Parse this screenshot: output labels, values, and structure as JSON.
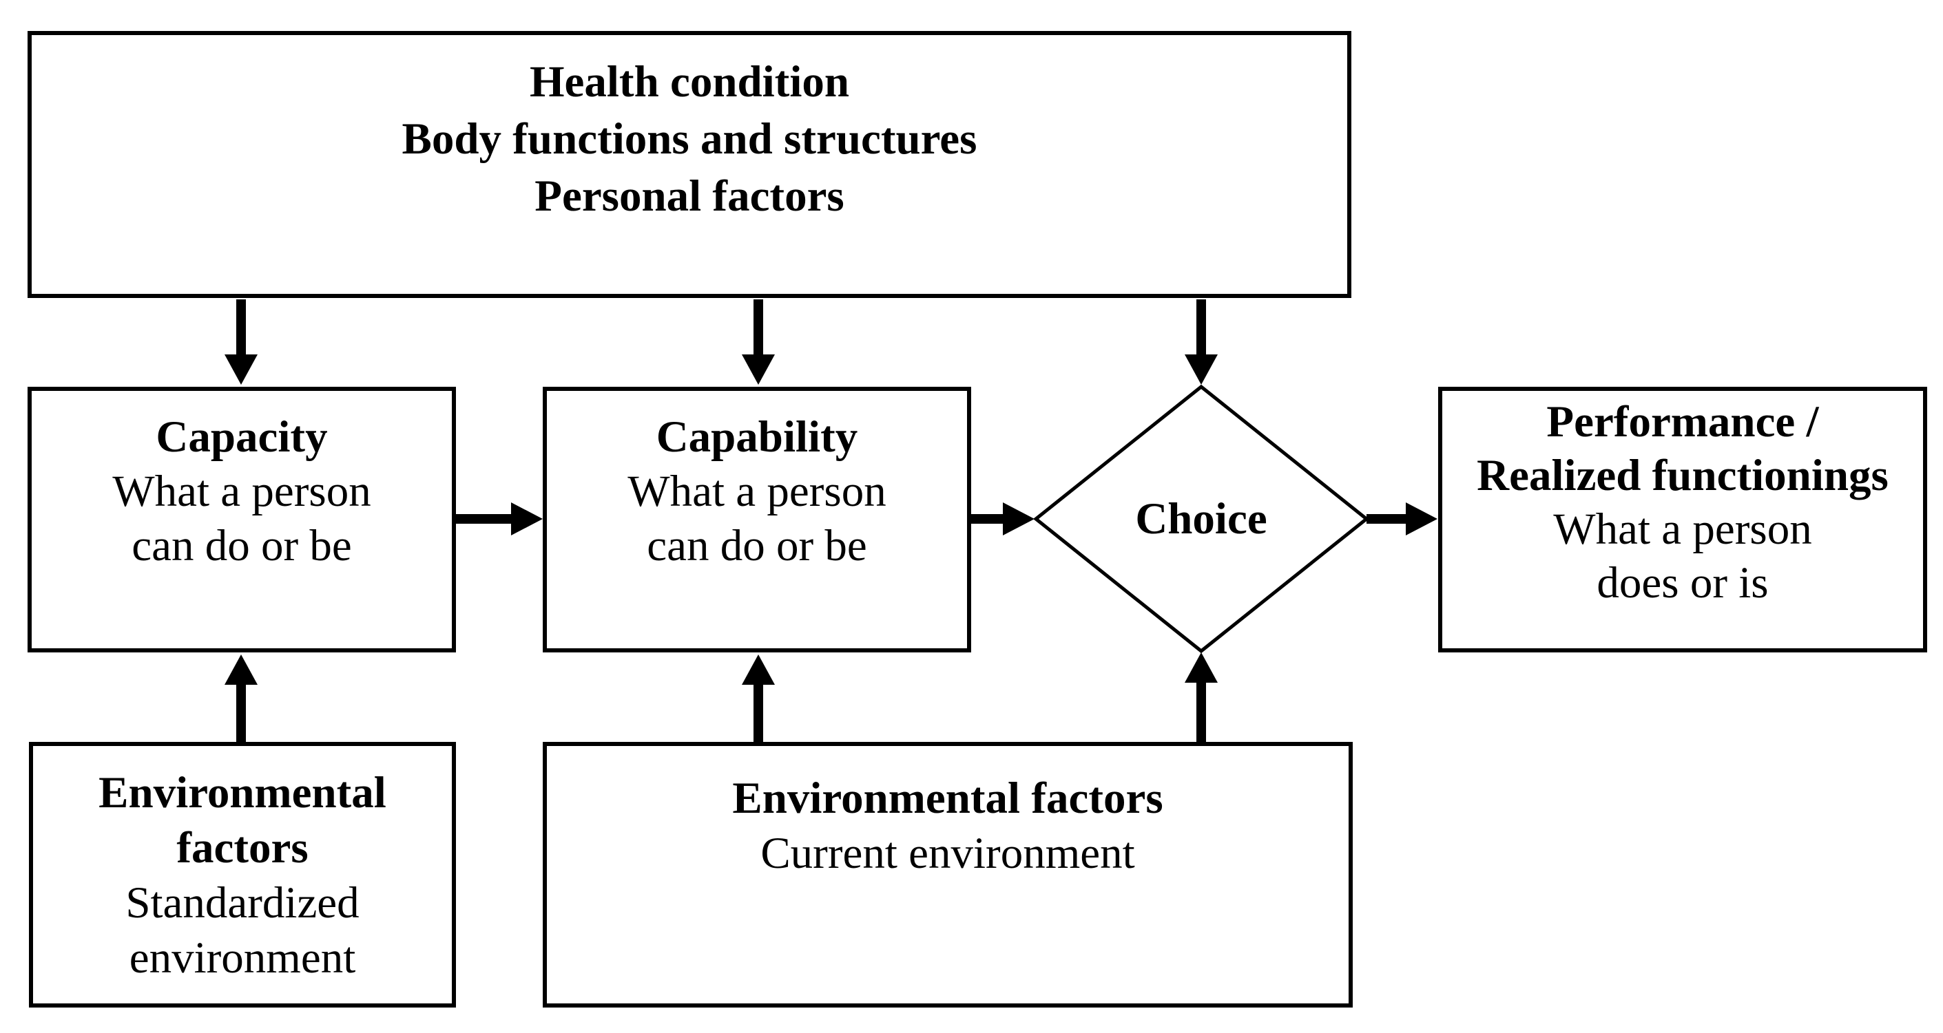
{
  "diagram": {
    "colors": {
      "line": "#000000",
      "text": "#000000",
      "background": "#ffffff"
    },
    "boxes": {
      "health": {
        "lines": [
          "Health condition",
          "Body functions and structures",
          "Personal factors"
        ]
      },
      "capacity": {
        "title": "Capacity",
        "lines": [
          "What a person",
          "can do or be"
        ]
      },
      "capability": {
        "title": "Capability",
        "lines": [
          "What a person",
          "can do or be"
        ]
      },
      "choice": {
        "title": "Choice"
      },
      "performance": {
        "title_lines": [
          "Performance /",
          "Realized functionings"
        ],
        "lines": [
          "What a person",
          "does or is"
        ]
      },
      "env_standardized": {
        "title_lines": [
          "Environmental",
          "factors"
        ],
        "lines": [
          "Standardized",
          "environment"
        ]
      },
      "env_current": {
        "title_lines": [
          "Environmental factors"
        ],
        "lines": [
          "Current environment"
        ]
      }
    },
    "connections": [
      {
        "from": "health",
        "to": "capacity"
      },
      {
        "from": "health",
        "to": "capability"
      },
      {
        "from": "health",
        "to": "choice"
      },
      {
        "from": "capacity",
        "to": "capability"
      },
      {
        "from": "capability",
        "to": "choice"
      },
      {
        "from": "choice",
        "to": "performance"
      },
      {
        "from": "env_standardized",
        "to": "capacity"
      },
      {
        "from": "env_current",
        "to": "capability"
      },
      {
        "from": "env_current",
        "to": "choice"
      }
    ]
  }
}
